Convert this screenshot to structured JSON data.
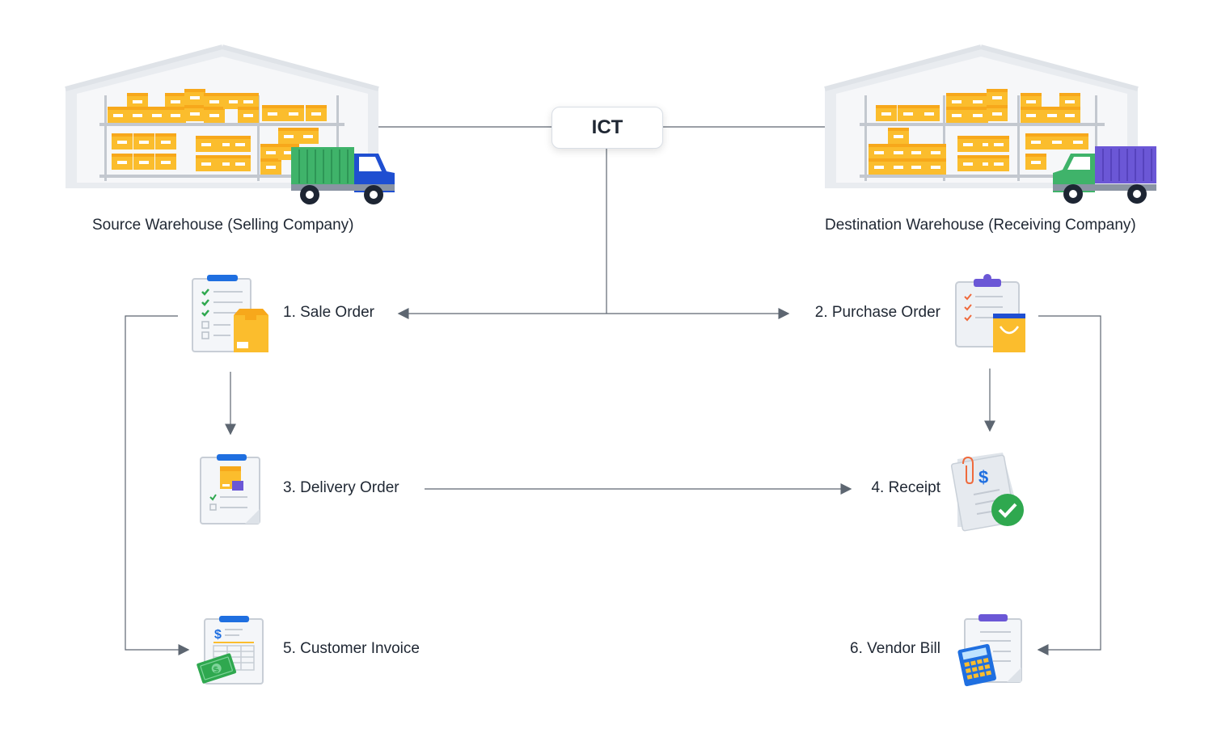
{
  "ict": {
    "label": "ICT"
  },
  "warehouses": {
    "source": {
      "label": "Source Warehouse (Selling Company)"
    },
    "destination": {
      "label": "Destination Warehouse (Receiving Company)"
    }
  },
  "steps": [
    {
      "id": "sale-order",
      "label": "1. Sale Order"
    },
    {
      "id": "purchase-order",
      "label": "2. Purchase Order"
    },
    {
      "id": "delivery-order",
      "label": "3. Delivery Order"
    },
    {
      "id": "receipt",
      "label": "4. Receipt"
    },
    {
      "id": "customer-invoice",
      "label": "5. Customer Invoice"
    },
    {
      "id": "vendor-bill",
      "label": "6. Vendor Bill"
    }
  ],
  "icons": {
    "source_truck": "truck-icon",
    "destination_truck": "truck-icon",
    "sale_order": "checklist-box-icon",
    "purchase_order": "clipboard-bag-icon",
    "delivery_order": "clipboard-package-icon",
    "receipt": "receipt-check-icon",
    "customer_invoice": "invoice-cash-icon",
    "vendor_bill": "bill-calculator-icon"
  },
  "colors": {
    "line": "#5d6671",
    "box_yellow": "#fbbd2d",
    "box_orange": "#f7a81b",
    "warehouse": "#eceef2",
    "truck_green": "#3fb36a",
    "truck_blue": "#1f4fd1",
    "truck_purple": "#6b57d6",
    "clip_blue": "#1f6fe0",
    "check_green": "#2fa84f"
  }
}
